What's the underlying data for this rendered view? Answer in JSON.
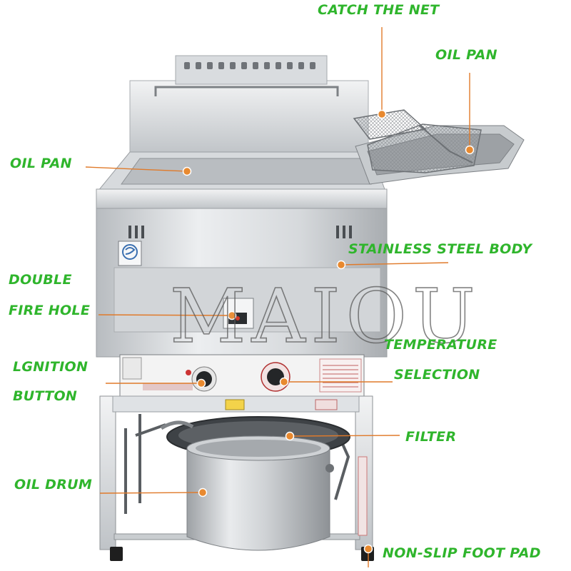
{
  "watermark": "MAIOU",
  "labels": {
    "catch_net": "CATCH THE NET",
    "oil_pan_right": "OIL PAN",
    "oil_pan_left": "OIL PAN",
    "stainless_body": "STAINLESS STEEL BODY",
    "double": "DOUBLE",
    "fire_hole": "FIRE HOLE",
    "temperature": "TEMPERATURE",
    "selection": "SELECTION",
    "lgnition": "LGNITION",
    "button": "BUTTON",
    "filter": "FILTER",
    "oil_drum": "OIL DRUM",
    "foot_pad": "NON-SLIP FOOT PAD"
  },
  "colors": {
    "label_text": "#2fb52c",
    "leader_line": "#e07a2a",
    "marker": "#e8892f",
    "steel_light": "#e4e6e8",
    "steel_mid": "#c3c7ca",
    "steel_dark": "#8c9094",
    "foot": "#1e1e1e"
  }
}
